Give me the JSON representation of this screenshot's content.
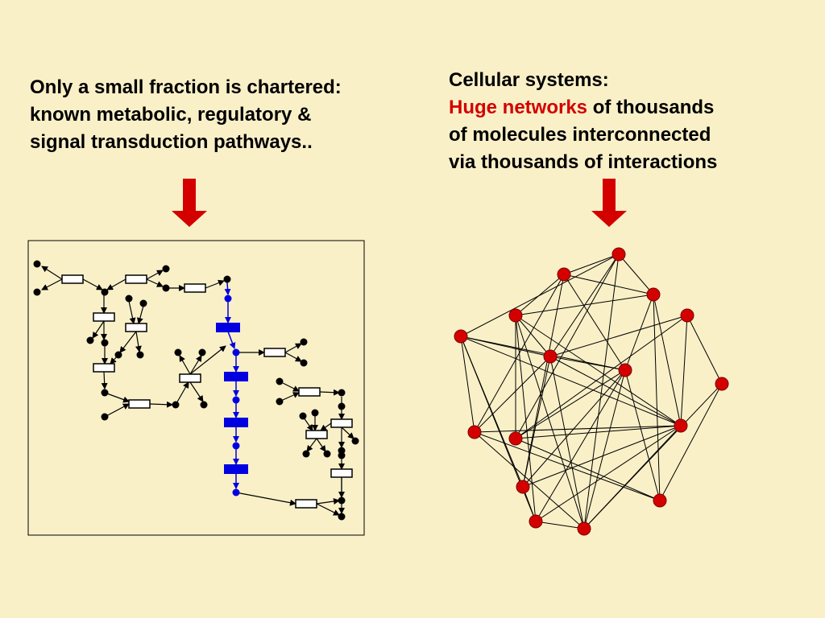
{
  "left_text": {
    "line1": "Only a small fraction is chartered:",
    "line2": "known metabolic, regulatory &",
    "line3": "signal transduction pathways.."
  },
  "right_text": {
    "line1": "Cellular systems:",
    "line2_highlight": "Huge networks",
    "line2_rest": " of thousands",
    "line3": "of molecules interconnected",
    "line4": "via thousands of interactions"
  },
  "colors": {
    "background": "#faf0c8",
    "highlight": "#d40000",
    "arrow": "#d40000",
    "pathway": "#0000e0",
    "network_node": "#d40000"
  },
  "icons": {
    "arrow": "down-arrow-icon"
  }
}
